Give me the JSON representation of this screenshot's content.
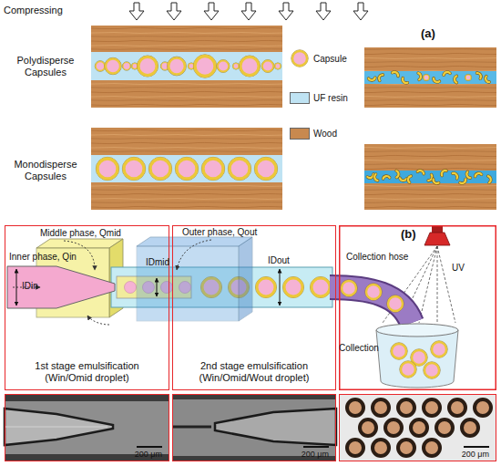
{
  "diagram": {
    "nodes": [
      {
        "text": [
          "1st stage emulsification (Win/Omid droplet)"
        ]
      },
      {
        "text": [
          "2nd stage emulsification (Win/Omid/Wout droplet)"
        ]
      },
      {
        "text": [
          "200 μm"
        ]
      },
      {
        "text": [
          "200 μm"
        ]
      },
      {
        "text": [
          "200 μm"
        ]
      }
    ],
    "labels": [
      "Compressing",
      "(a)",
      "Polydisperse Capsules",
      "Monodisperse Capsules",
      "(b)",
      "Middle phase, Qmid",
      "Inner phase, Qin",
      "IDin",
      "IDmid",
      "Outer phase, Qout",
      "IDout",
      "Collection hose",
      "UV",
      "Collection"
    ],
    "legend": [
      {
        "text": "Capsule"
      },
      {
        "text": "UF resin",
        "color": "#bfe3f3"
      },
      {
        "text": "Wood",
        "color": "#c8894f"
      }
    ]
  }
}
